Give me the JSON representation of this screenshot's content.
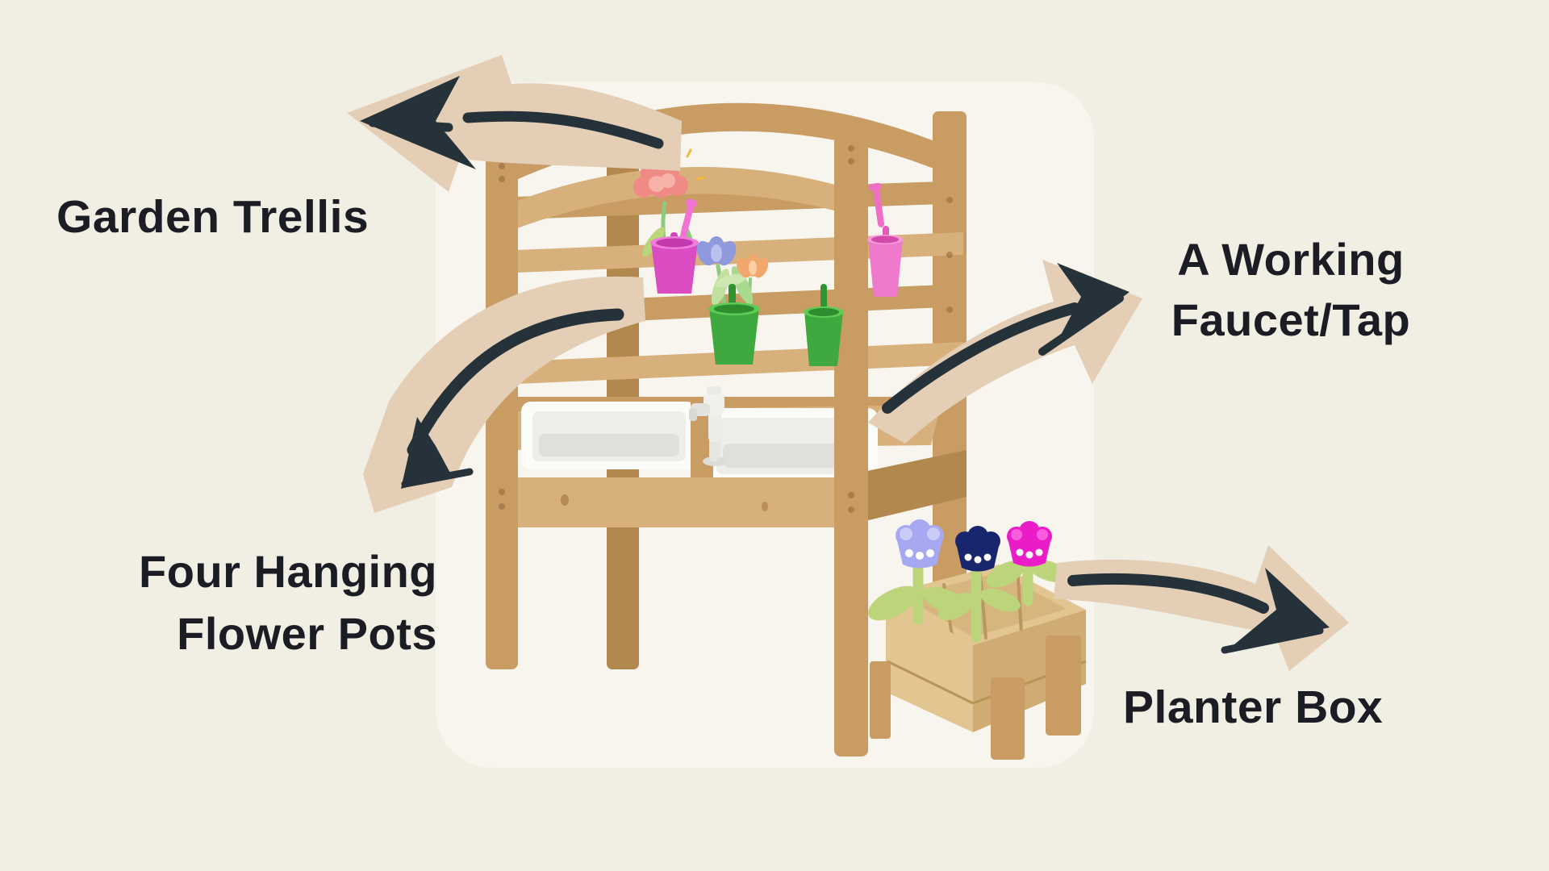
{
  "labels": {
    "garden_trellis": {
      "text": "Garden Trellis"
    },
    "working_faucet": {
      "line1": "A Working",
      "line2": "Faucet/Tap"
    },
    "hanging_pots": {
      "line1": "Four Hanging",
      "line2": "Flower Pots"
    },
    "planter_box": {
      "text": "Planter Box"
    }
  },
  "illustration": {
    "subject": "wooden kids mud kitchen with garden trellis, two white sink basins, working faucet, four hanging flower pots and planter box with cartoon tulips",
    "hanging_pot_colors": [
      "pink",
      "green",
      "green",
      "pink"
    ],
    "planter_tulip_colors": [
      "periwinkle",
      "navy",
      "magenta"
    ]
  },
  "theme": {
    "background": "#f1efe3",
    "photo_bg": "#f7f5ee",
    "text": "#1c1c24",
    "arrow_ink": "#253239",
    "arrow_sticker": "#e4ceb6",
    "wood_light": "#d8b07c",
    "wood_mid": "#c89c63",
    "wood_dark": "#b3884f",
    "wood_pale": "#e2c591",
    "sink_white": "#fbfbf8",
    "pot_pink": "#db4cc3",
    "pot_pink_light": "#ee79cd",
    "pot_green": "#3fa83f",
    "flower_salmon": "#ef8b84",
    "flower_blue": "#8e99de",
    "flower_orange": "#f2a76d",
    "tulip_periwinkle": "#a6a9f1",
    "tulip_navy": "#18276d",
    "tulip_magenta": "#eb1cc8",
    "leaf_green": "#bcd47a",
    "stem_green": "#8fcb7f"
  }
}
